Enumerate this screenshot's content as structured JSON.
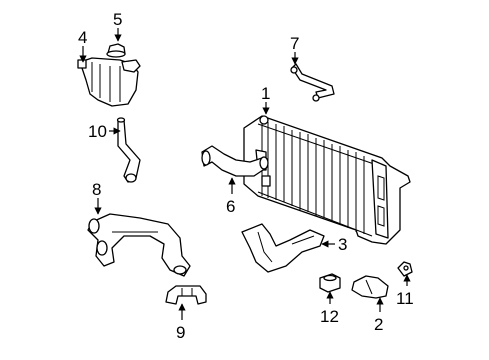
{
  "callouts": [
    {
      "id": "1",
      "part": "radiator"
    },
    {
      "id": "2",
      "part": "mount-insulator"
    },
    {
      "id": "3",
      "part": "air-deflector"
    },
    {
      "id": "4",
      "part": "reservoir-tank"
    },
    {
      "id": "5",
      "part": "reservoir-cap"
    },
    {
      "id": "6",
      "part": "upper-hose"
    },
    {
      "id": "7",
      "part": "overflow-tube"
    },
    {
      "id": "8",
      "part": "lower-hose"
    },
    {
      "id": "9",
      "part": "hose-bracket"
    },
    {
      "id": "10",
      "part": "bypass-hose"
    },
    {
      "id": "11",
      "part": "clip"
    },
    {
      "id": "12",
      "part": "insulator"
    }
  ],
  "icons": {
    "arrowheads": "triangle-arrow"
  }
}
